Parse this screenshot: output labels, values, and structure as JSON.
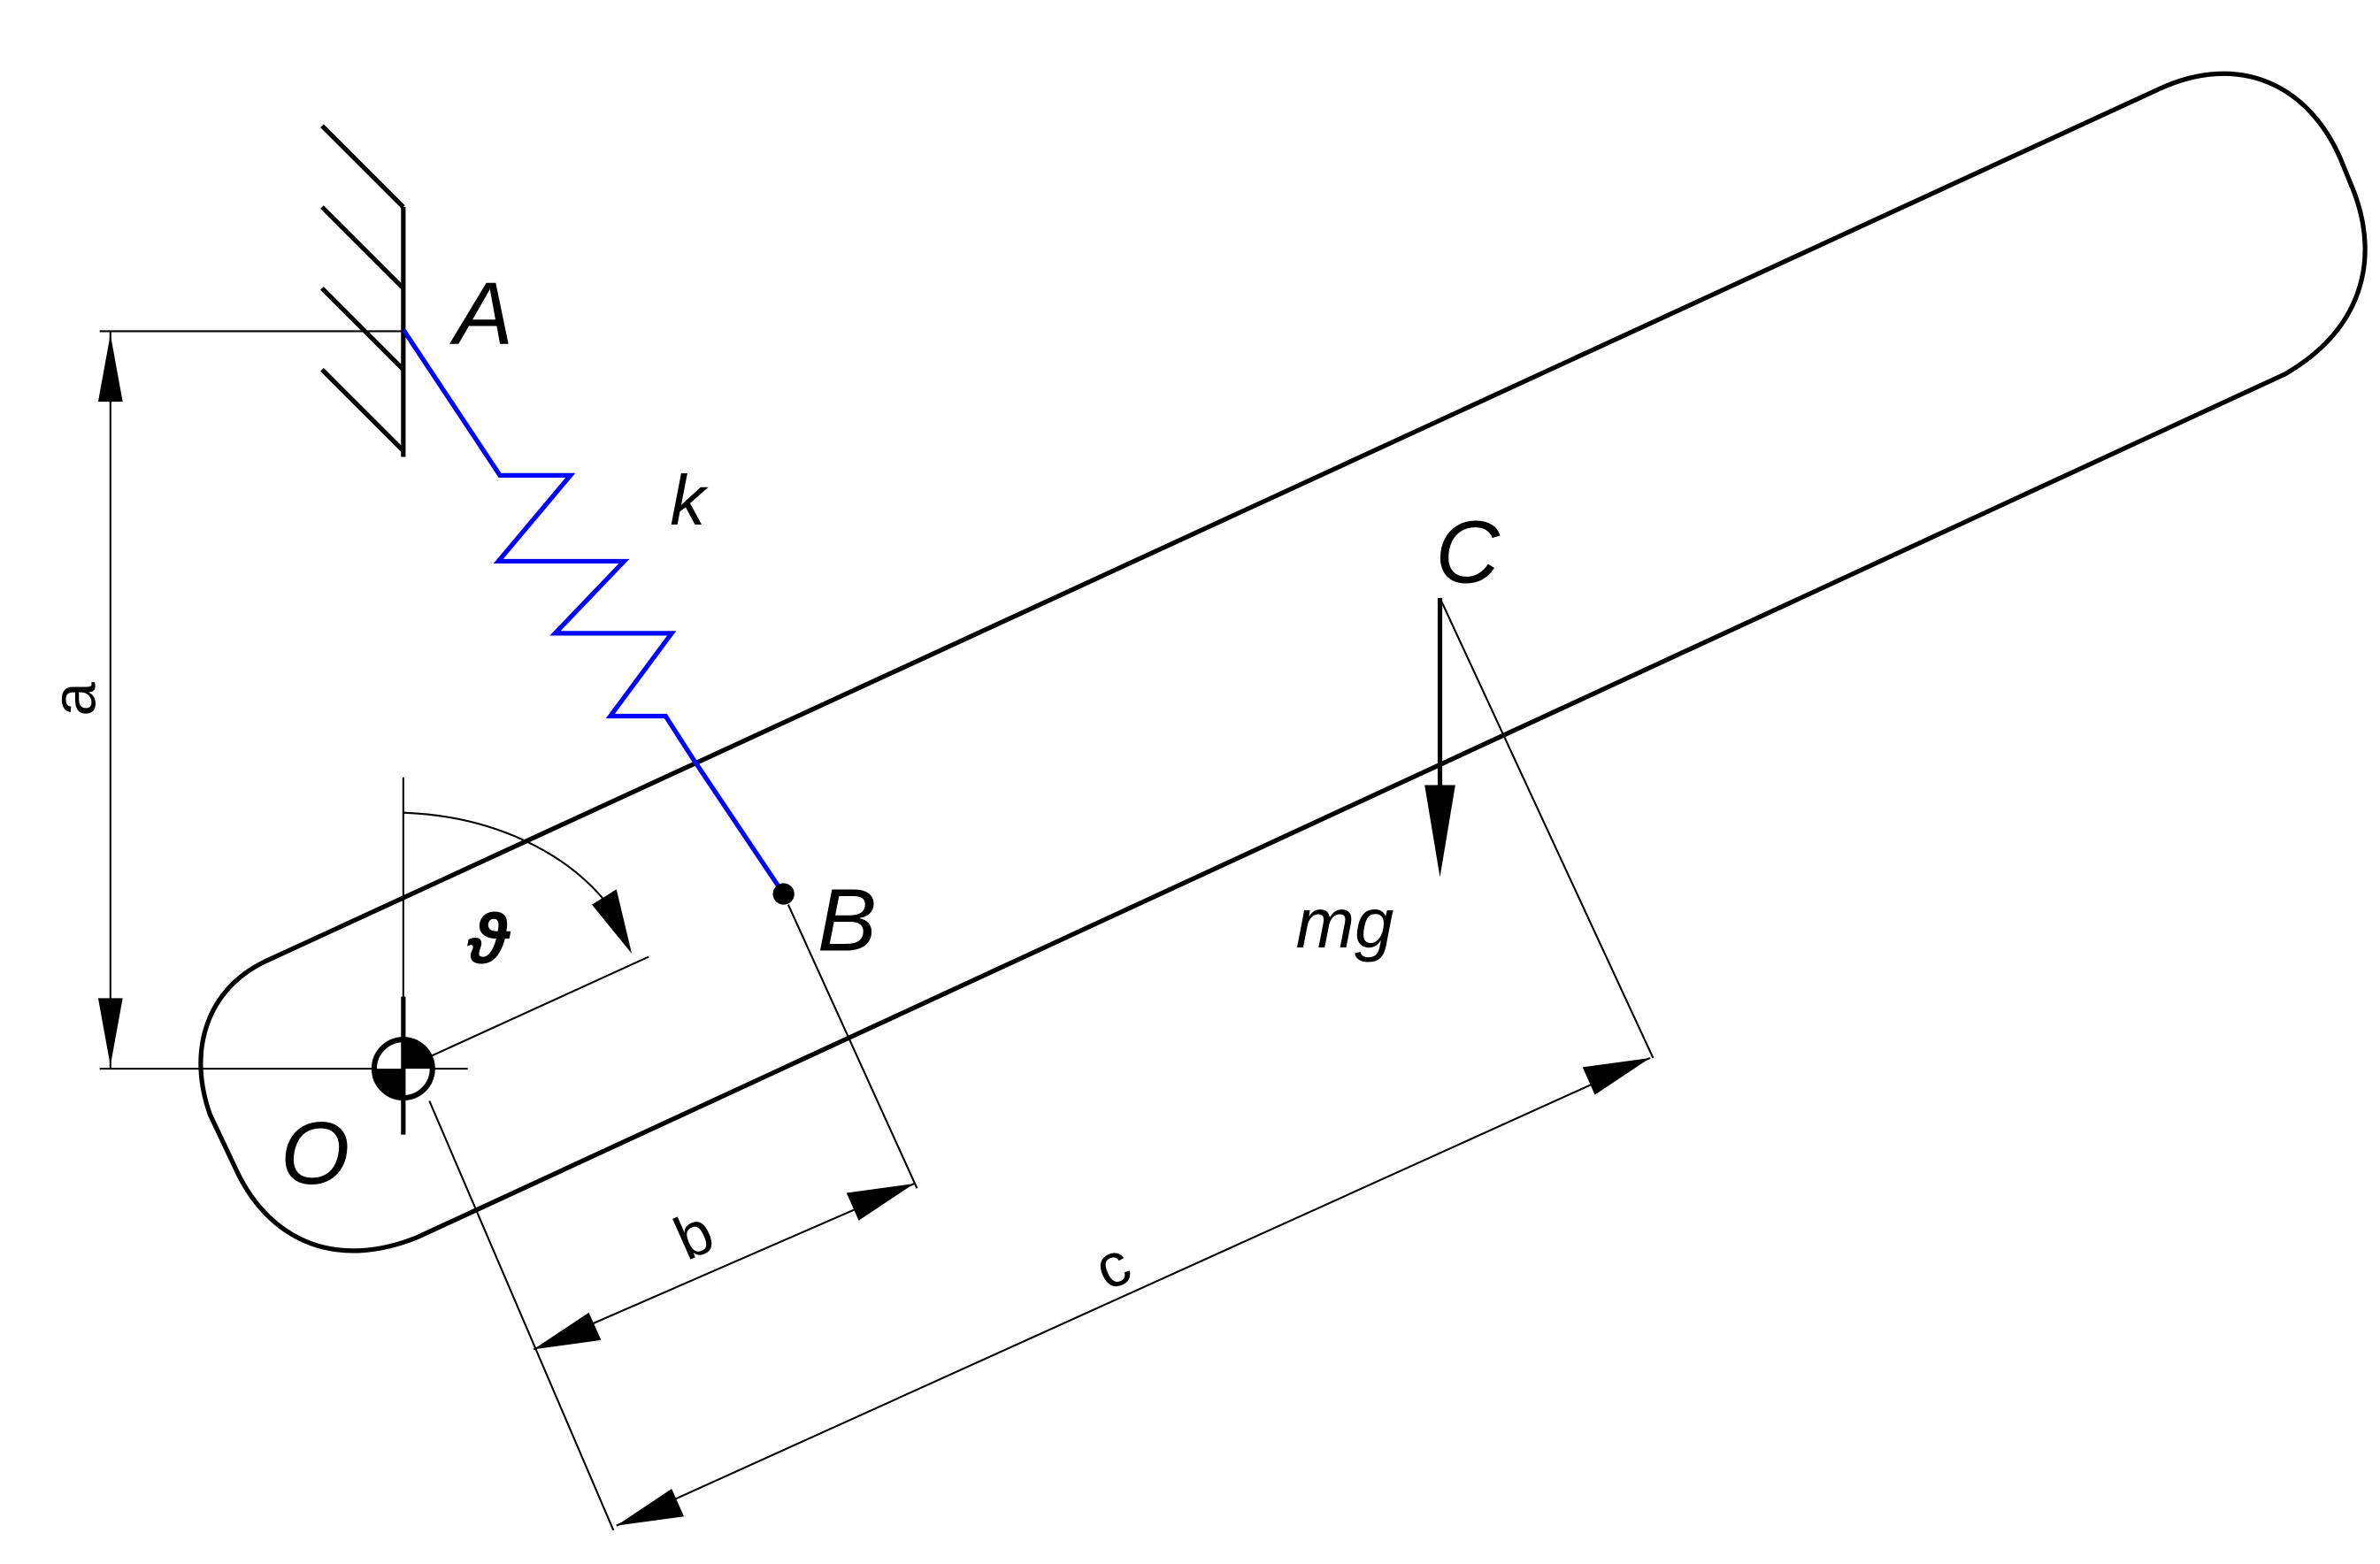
{
  "labels": {
    "point_A": "A",
    "point_B": "B",
    "point_C": "C",
    "point_O": "O",
    "spring": "k",
    "weight": "mg",
    "angle": "ϑ",
    "dim_a": "a",
    "dim_b": "b",
    "dim_c": "c"
  },
  "colors": {
    "line": "#000000",
    "spring": "#0000ff",
    "background": "#ffffff"
  }
}
